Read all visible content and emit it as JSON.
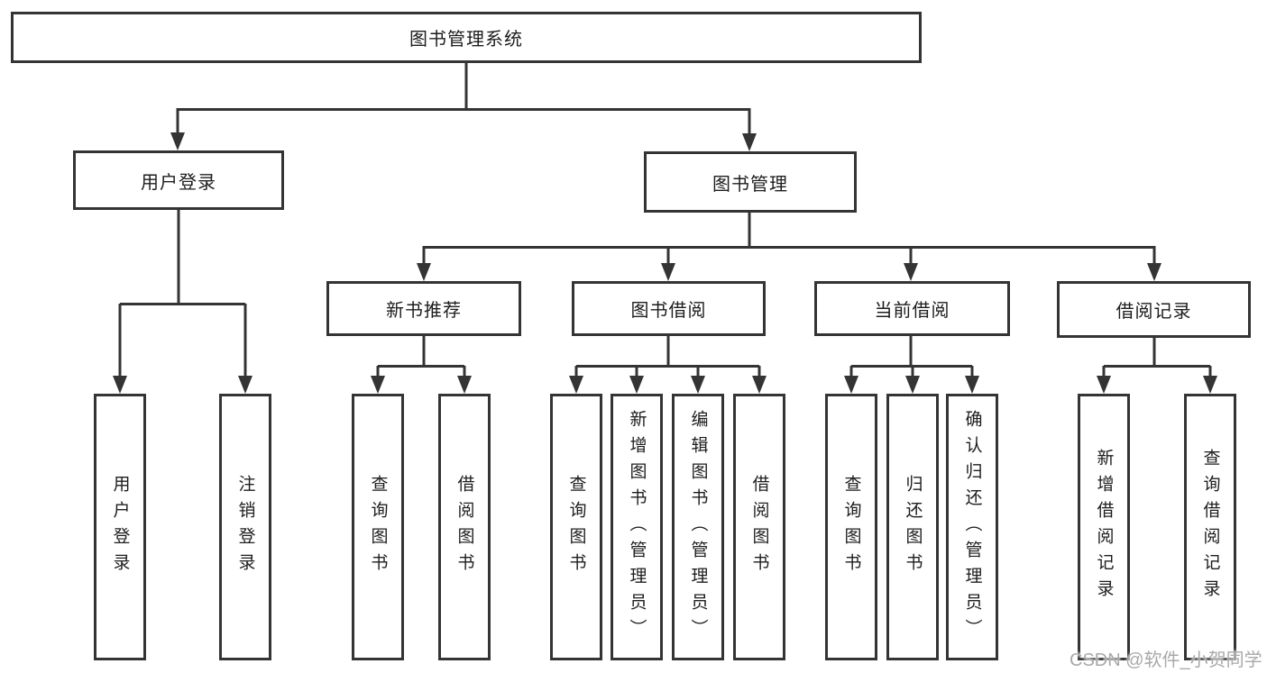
{
  "tree": {
    "root": {
      "label": "图书管理系统"
    },
    "branches": [
      {
        "label": "用户登录",
        "children": [
          {
            "label": "用户登录"
          },
          {
            "label": "注销登录"
          }
        ]
      },
      {
        "label": "图书管理",
        "groups": [
          {
            "label": "新书推荐",
            "children": [
              {
                "label": "查询图书"
              },
              {
                "label": "借阅图书"
              }
            ]
          },
          {
            "label": "图书借阅",
            "children": [
              {
                "label": "查询图书"
              },
              {
                "label": "新增图书（管理员）"
              },
              {
                "label": "编辑图书（管理员）"
              },
              {
                "label": "借阅图书"
              }
            ]
          },
          {
            "label": "当前借阅",
            "children": [
              {
                "label": "查询图书"
              },
              {
                "label": "归还图书"
              },
              {
                "label": "确认归还（管理员）"
              }
            ]
          },
          {
            "label": "借阅记录",
            "children": [
              {
                "label": "新增借阅记录"
              },
              {
                "label": "查询借阅记录"
              }
            ]
          }
        ]
      }
    ]
  },
  "watermark": {
    "text": "CSDN @软件_小贺同学"
  },
  "colors": {
    "line": "#343434",
    "text": "#1d1d1d",
    "watermark": "#a9a9a9",
    "background": "#ffffff"
  }
}
